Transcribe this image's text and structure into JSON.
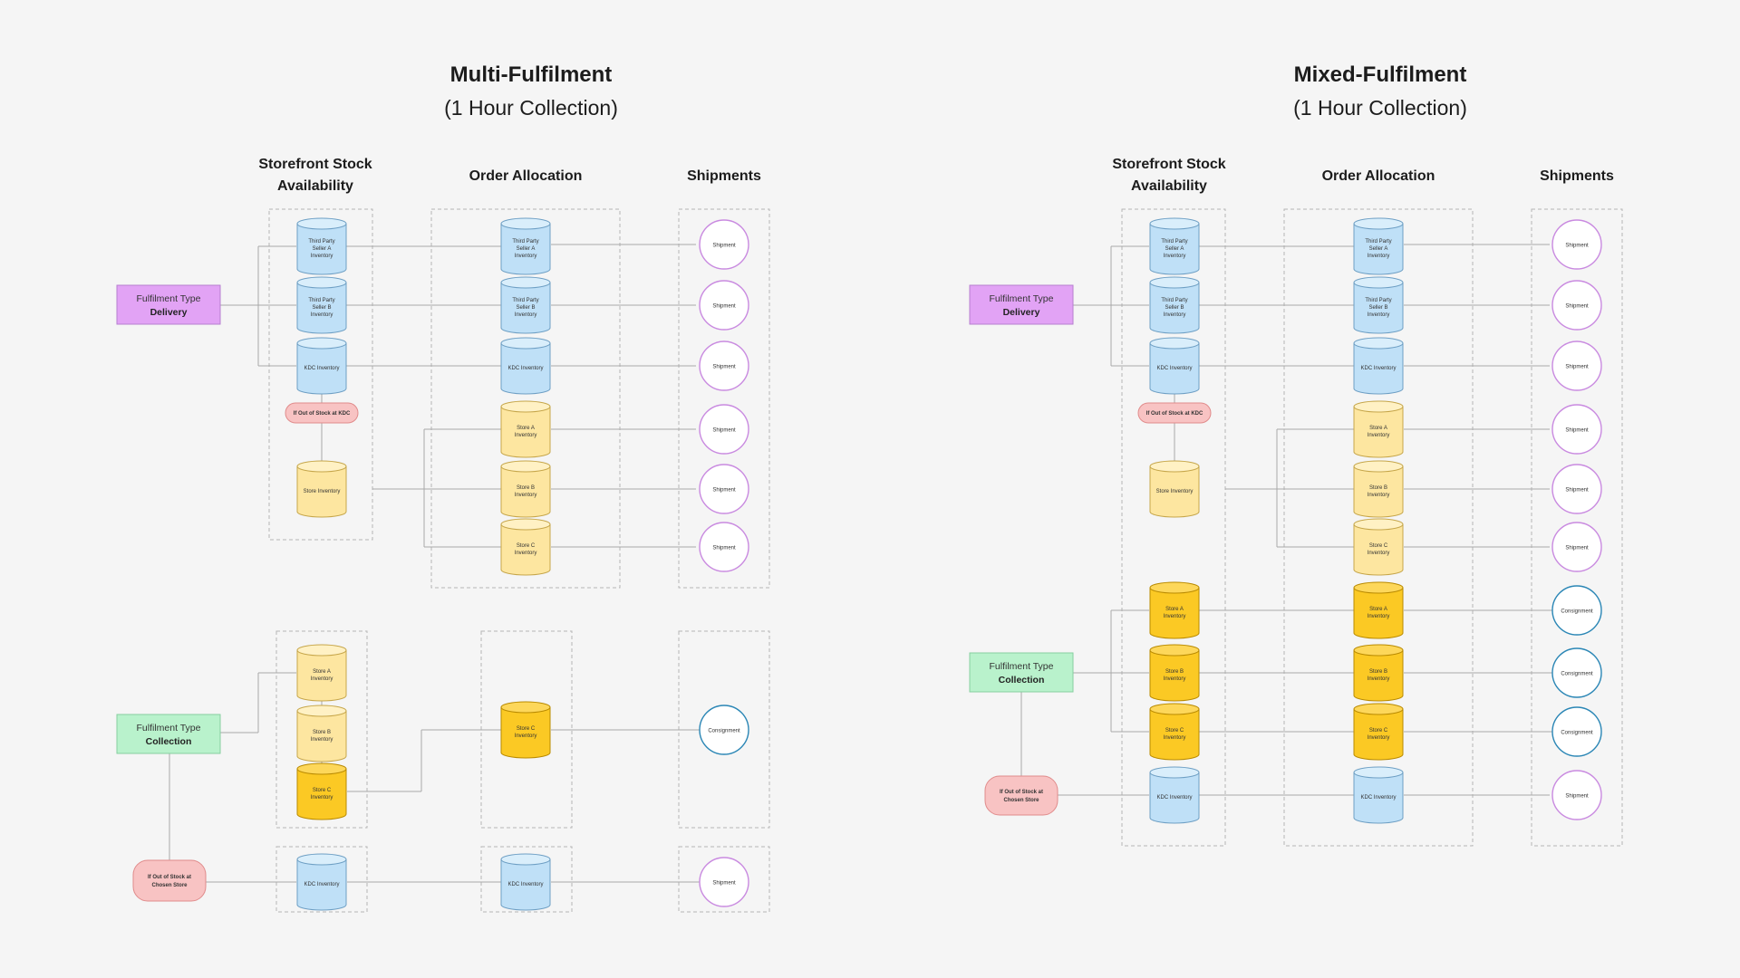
{
  "colors": {
    "background": "#f5f5f5",
    "delivery": "#e2a3f5",
    "collection": "#b9f2cc",
    "out_of_stock": "#f8c3c3",
    "cyl_blue": "#bfe0f7",
    "cyl_light_yellow": "#fde6a0",
    "cyl_gold": "#fbc924",
    "shipment_circle": "#c98ae0",
    "consignment_circle": "#2a86b5"
  },
  "labels": {
    "fulfilment_type": "Fulfilment Type",
    "delivery": "Delivery",
    "collection": "Collection",
    "kdc_inventory": "KDC Inventory",
    "store_inventory": "Store Inventory",
    "oos_kdc": "If Out of Stock at KDC",
    "oos_store_l1": "If Out of Stock at",
    "oos_store_l2": "Chosen Store",
    "seller_a": [
      "Third Party",
      "Seller A",
      "Inventory"
    ],
    "seller_b": [
      "Third Party",
      "Seller B",
      "Inventory"
    ],
    "store_a": [
      "Store A",
      "Inventory"
    ],
    "store_b": [
      "Store B",
      "Inventory"
    ],
    "store_c": [
      "Store C",
      "Inventory"
    ],
    "shipment": "Shipment",
    "consignment": "Consignment"
  },
  "panels": [
    {
      "title": "Multi-Fulfilment",
      "subtitle": "(1 Hour Collection)",
      "col_stock_l1": "Storefront Stock",
      "col_stock_l2": "Availability",
      "col_alloc": "Order Allocation",
      "col_ship": "Shipments"
    },
    {
      "title": "Mixed-Fulfilment",
      "subtitle": "(1 Hour Collection)",
      "col_stock_l1": "Storefront Stock",
      "col_stock_l2": "Availability",
      "col_alloc": "Order Allocation",
      "col_ship": "Shipments"
    }
  ]
}
